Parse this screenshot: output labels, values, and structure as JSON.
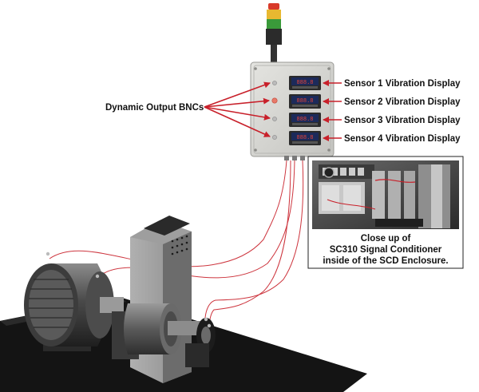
{
  "left_callout": {
    "label": "Dynamic Output BNCs"
  },
  "sensor_displays": [
    {
      "label": "Sensor 1 Vibration Display"
    },
    {
      "label": "Sensor 2 Vibration Display"
    },
    {
      "label": "Sensor 3 Vibration Display"
    },
    {
      "label": "Sensor 4 Vibration Display"
    }
  ],
  "inset_caption": {
    "line1": "Close up of",
    "line2": "SC310 Signal Conditioner",
    "line3": "inside of the SCD Enclosure."
  },
  "colors": {
    "arrow": "#c8202a",
    "cable": "#c8202a",
    "enclosure": "#d8d8d4",
    "display_screen": "#1c2a5a",
    "display_digits": "#e6453a",
    "stack_light_red": "#d83a2a",
    "stack_light_yellow": "#e8b830",
    "stack_light_green": "#3a9a3a"
  },
  "icons": {
    "stack_light": "stack-light-icon",
    "enclosure": "scd-enclosure-icon",
    "motor": "electric-motor-icon",
    "bearing": "bearing-housing-icon",
    "coupling_guard": "coupling-guard-icon"
  }
}
